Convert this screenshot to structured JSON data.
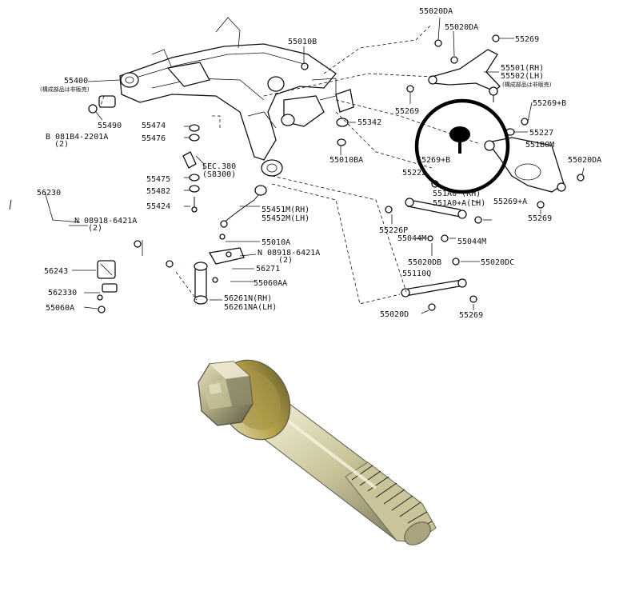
{
  "diagram": {
    "labels": [
      {
        "id": "p55020DA_1",
        "text": "55020DA"
      },
      {
        "id": "p55020DA_2",
        "text": "55020DA"
      },
      {
        "id": "p55269_1",
        "text": "55269"
      },
      {
        "id": "p55010B",
        "text": "55010B"
      },
      {
        "id": "p55501",
        "text": "55501(RH)"
      },
      {
        "id": "p55502",
        "text": "55502(LH)"
      },
      {
        "id": "p55502_note",
        "text": "(構成部品は非販売)"
      },
      {
        "id": "p55400",
        "text": "55400"
      },
      {
        "id": "p55400_note",
        "text": "(構成部品は非販売)"
      },
      {
        "id": "p55269_2",
        "text": "55269"
      },
      {
        "id": "p55269B_1",
        "text": "55269+B"
      },
      {
        "id": "p55342",
        "text": "55342"
      },
      {
        "id": "p55490",
        "text": "55490"
      },
      {
        "id": "p55474",
        "text": "55474"
      },
      {
        "id": "p081B4",
        "text": "B 081B4-2201A"
      },
      {
        "id": "p081B4_qty",
        "text": "(2)"
      },
      {
        "id": "p55476",
        "text": "55476"
      },
      {
        "id": "p55227",
        "text": "55227"
      },
      {
        "id": "p551B0M",
        "text": "551B0M"
      },
      {
        "id": "p55010BA",
        "text": "55010BA"
      },
      {
        "id": "p55269B_2",
        "text": "55269+B"
      },
      {
        "id": "p55020DA_3",
        "text": "55020DA"
      },
      {
        "id": "pSEC380",
        "text": "SEC.380"
      },
      {
        "id": "pS8300",
        "text": "(S8300)"
      },
      {
        "id": "p55222",
        "text": "55222"
      },
      {
        "id": "p55475",
        "text": "55475"
      },
      {
        "id": "p56230",
        "text": "56230"
      },
      {
        "id": "p55482",
        "text": "55482"
      },
      {
        "id": "p551A0",
        "text": "551A0  (RH)"
      },
      {
        "id": "p551A0A",
        "text": "551A0+A(LH)"
      },
      {
        "id": "p55269A",
        "text": "55269+A"
      },
      {
        "id": "p55424",
        "text": "55424"
      },
      {
        "id": "p55451M",
        "text": "55451M(RH)"
      },
      {
        "id": "p55452M",
        "text": "55452M(LH)"
      },
      {
        "id": "p55269_3",
        "text": "55269"
      },
      {
        "id": "p08918_1",
        "text": "N 08918-6421A"
      },
      {
        "id": "p08918_1_qty",
        "text": "(2)"
      },
      {
        "id": "p55226P",
        "text": "55226P"
      },
      {
        "id": "p55044M_1",
        "text": "55044M"
      },
      {
        "id": "p55044M_2",
        "text": "55044M"
      },
      {
        "id": "p55010A",
        "text": "55010A"
      },
      {
        "id": "p08918_2",
        "text": "N 08918-6421A"
      },
      {
        "id": "p08918_2_qty",
        "text": "(2)"
      },
      {
        "id": "p56271",
        "text": "56271"
      },
      {
        "id": "p55020DB",
        "text": "55020DB"
      },
      {
        "id": "p55020DC",
        "text": "55020DC"
      },
      {
        "id": "p56243",
        "text": "56243"
      },
      {
        "id": "p55110Q",
        "text": "55110Q"
      },
      {
        "id": "p55060AA",
        "text": "55060AA"
      },
      {
        "id": "p562330",
        "text": "562330"
      },
      {
        "id": "p56261N",
        "text": "56261N(RH)"
      },
      {
        "id": "p56261NA",
        "text": "56261NA(LH)"
      },
      {
        "id": "p55060A",
        "text": "55060A"
      },
      {
        "id": "p55020D",
        "text": "55020D"
      },
      {
        "id": "p55269_4",
        "text": "55269"
      }
    ]
  },
  "colors": {
    "line": "#111111",
    "background": "#ffffff",
    "highlight_circle": "#000000",
    "bolt_metal": "#c9c49a",
    "bolt_shadow": "#8d8a6a",
    "bolt_highlight": "#f2efd8",
    "bolt_gold": "#b9a34a"
  }
}
